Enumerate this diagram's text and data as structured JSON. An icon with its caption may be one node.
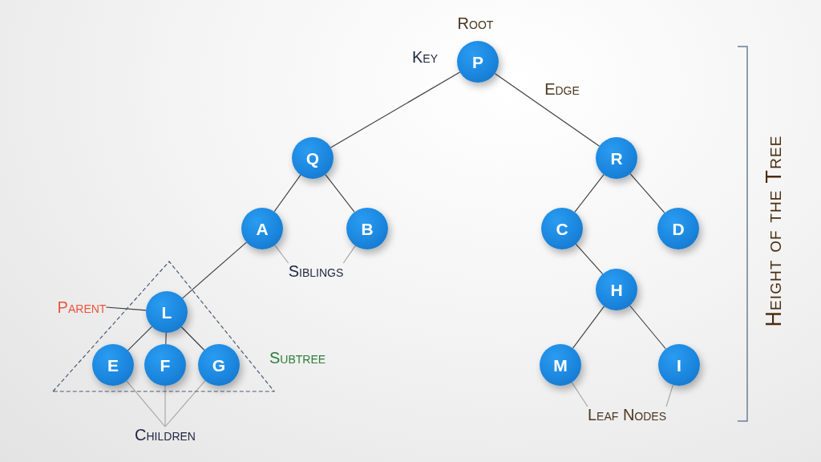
{
  "diagram": {
    "nodes": [
      {
        "text": [
          "P"
        ],
        "beside": [
          "Root",
          "Key"
        ]
      },
      {
        "text": [
          "Q"
        ]
      },
      {
        "text": [
          "R"
        ]
      },
      {
        "text": [
          "A"
        ]
      },
      {
        "text": [
          "B"
        ]
      },
      {
        "text": [
          "C"
        ]
      },
      {
        "text": [
          "D"
        ]
      },
      {
        "text": [],
        "shape": "triangle",
        "beside": [
          "Subtree"
        ]
      },
      {
        "text": [
          "Siblings"
        ]
      },
      {
        "text": [
          "H"
        ]
      },
      {
        "text": [
          "Parent"
        ]
      },
      {
        "text": [
          "L"
        ],
        "in": 7
      },
      {
        "text": [
          "E"
        ],
        "in": 7
      },
      {
        "text": [
          "F"
        ],
        "in": 7
      },
      {
        "text": [
          "G"
        ],
        "in": 7
      },
      {
        "text": [
          "M"
        ]
      },
      {
        "text": [
          "I"
        ]
      },
      {
        "text": [
          "Leaf Nodes"
        ]
      },
      {
        "text": [
          "Children"
        ]
      }
    ],
    "edges": [
      {
        "from": 0,
        "to": 1,
        "arrow": "none"
      },
      {
        "from": 0,
        "to": 2,
        "arrow": "none"
      },
      {
        "from": 1,
        "to": 3,
        "arrow": "none"
      },
      {
        "from": 1,
        "to": 4,
        "arrow": "none"
      },
      {
        "from": 2,
        "to": 5,
        "arrow": "none"
      },
      {
        "from": 2,
        "to": 6,
        "arrow": "none"
      },
      {
        "from": 3,
        "to": 11,
        "arrow": "none"
      },
      {
        "from": 5,
        "to": 9,
        "arrow": "none"
      },
      {
        "from": 11,
        "to": 12,
        "arrow": "none"
      },
      {
        "from": 11,
        "to": 13,
        "arrow": "none"
      },
      {
        "from": 11,
        "to": 14,
        "arrow": "none"
      },
      {
        "from": 9,
        "to": 15,
        "arrow": "none"
      },
      {
        "from": 9,
        "to": 16,
        "arrow": "none"
      },
      {
        "from": 10,
        "to": 11,
        "arrow": "none"
      },
      {
        "from": 8,
        "to": 3,
        "arrow": "none",
        "color": "#a3a3a3"
      },
      {
        "from": 8,
        "to": 4,
        "arrow": "none",
        "color": "#a3a3a3"
      },
      {
        "from": 17,
        "to": 15,
        "arrow": "none",
        "color": "#a3a3a3"
      },
      {
        "from": 17,
        "to": 16,
        "arrow": "none",
        "color": "#a3a3a3"
      },
      {
        "from": 18,
        "to": 12,
        "arrow": "none",
        "color": "#a3a3a3"
      },
      {
        "from": 18,
        "to": 13,
        "arrow": "none",
        "color": "#a3a3a3"
      },
      {
        "from": 18,
        "to": 14,
        "arrow": "none",
        "color": "#a3a3a3"
      }
    ],
    "labels": [
      "Edge",
      "Height of the Tree"
    ]
  }
}
